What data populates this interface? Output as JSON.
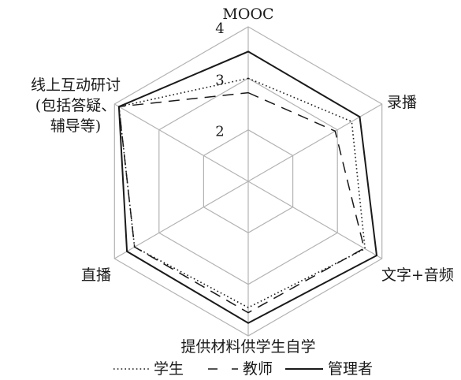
{
  "chart_data": {
    "type": "radar",
    "axes": [
      "MOOC",
      "录播",
      "文字+音频",
      "提供材料供学生自学",
      "直播",
      "线上互动研讨(包括答疑、辅导等)"
    ],
    "axis_label_lines": [
      [
        "MOOC"
      ],
      [
        "录播"
      ],
      [
        "文字+音频"
      ],
      [
        "提供材料供学生自学"
      ],
      [
        "直播"
      ],
      [
        "线上互动研讨",
        "(包括答疑、",
        "辅导等)"
      ]
    ],
    "scale": {
      "min": 1,
      "max": 4
    },
    "tick_labels": [
      "2",
      "3",
      "4"
    ],
    "tick_values": [
      2,
      3,
      4
    ],
    "series": [
      {
        "name": "学生",
        "style": "dotted",
        "values": [
          3.0,
          3.32,
          3.62,
          3.45,
          3.55,
          3.9
        ]
      },
      {
        "name": "教师",
        "style": "dashed",
        "values": [
          2.72,
          2.95,
          3.6,
          3.55,
          3.55,
          3.9
        ]
      },
      {
        "name": "管理者",
        "style": "solid",
        "values": [
          3.52,
          3.5,
          3.88,
          3.75,
          3.72,
          3.9
        ]
      }
    ],
    "legend_placement": "bottom",
    "grid": true,
    "colors": {
      "grid": "#b3b3b3",
      "series": "#1a1a1a"
    }
  }
}
